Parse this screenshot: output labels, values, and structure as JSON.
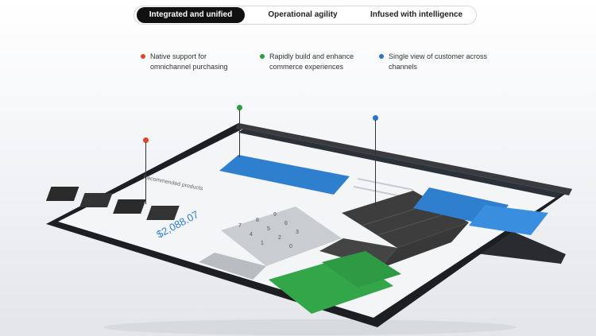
{
  "tabs": [
    {
      "label": "Integrated and unified",
      "active": true
    },
    {
      "label": "Operational agility",
      "active": false
    },
    {
      "label": "Infused with intelligence",
      "active": false
    }
  ],
  "features": [
    {
      "text": "Native support for omnichannel purchasing",
      "color": "#e3452a"
    },
    {
      "text": "Rapidly build and enhance commerce experiences",
      "color": "#2e9b3c"
    },
    {
      "text": "Single view of customer across channels",
      "color": "#2a73c9"
    }
  ],
  "screen": {
    "recommended_label": "Recommended products",
    "total": "$2,088.07",
    "keypad_keys": [
      "7",
      "8",
      "9",
      "4",
      "5",
      "6",
      "1",
      "2",
      "3",
      "0"
    ],
    "colors": {
      "blue": "#2f7fcf",
      "green": "#33a64a",
      "dark": "#3d3d3d",
      "gray": "#b9bcc0"
    }
  }
}
